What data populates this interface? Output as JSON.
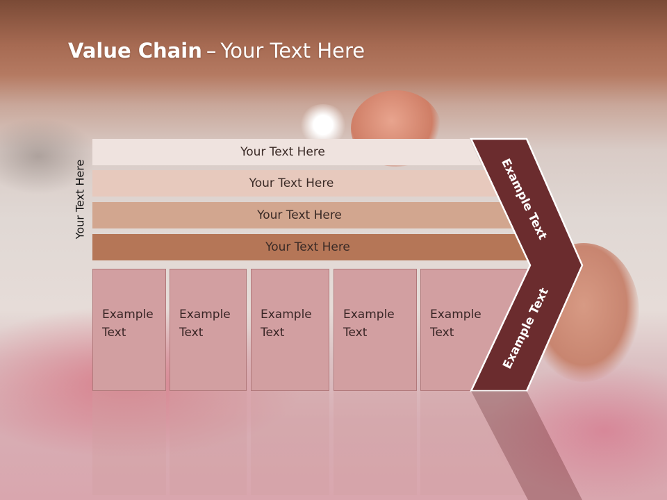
{
  "title": {
    "bold": "Value Chain",
    "separator": "–",
    "rest": "Your Text Here"
  },
  "side_label": "Your Text Here",
  "rows": [
    {
      "label": "Your Text Here",
      "color": "#efe3df"
    },
    {
      "label": "Your Text Here",
      "color": "#e7c9bd"
    },
    {
      "label": "Your Text Here",
      "color": "#d2a68f"
    },
    {
      "label": "Your Text Here",
      "color": "#b57657"
    }
  ],
  "cells": [
    {
      "label": "Example\nText"
    },
    {
      "label": "Example\nText"
    },
    {
      "label": "Example\nText"
    },
    {
      "label": "Example\nText"
    },
    {
      "label": "Example\nText"
    }
  ],
  "chevron": {
    "upper_label": "Example Text",
    "lower_label": "Example Text",
    "color": "#6b2c2e"
  },
  "colors": {
    "cell": "#d29fa1",
    "chevron": "#6b2c2e"
  }
}
